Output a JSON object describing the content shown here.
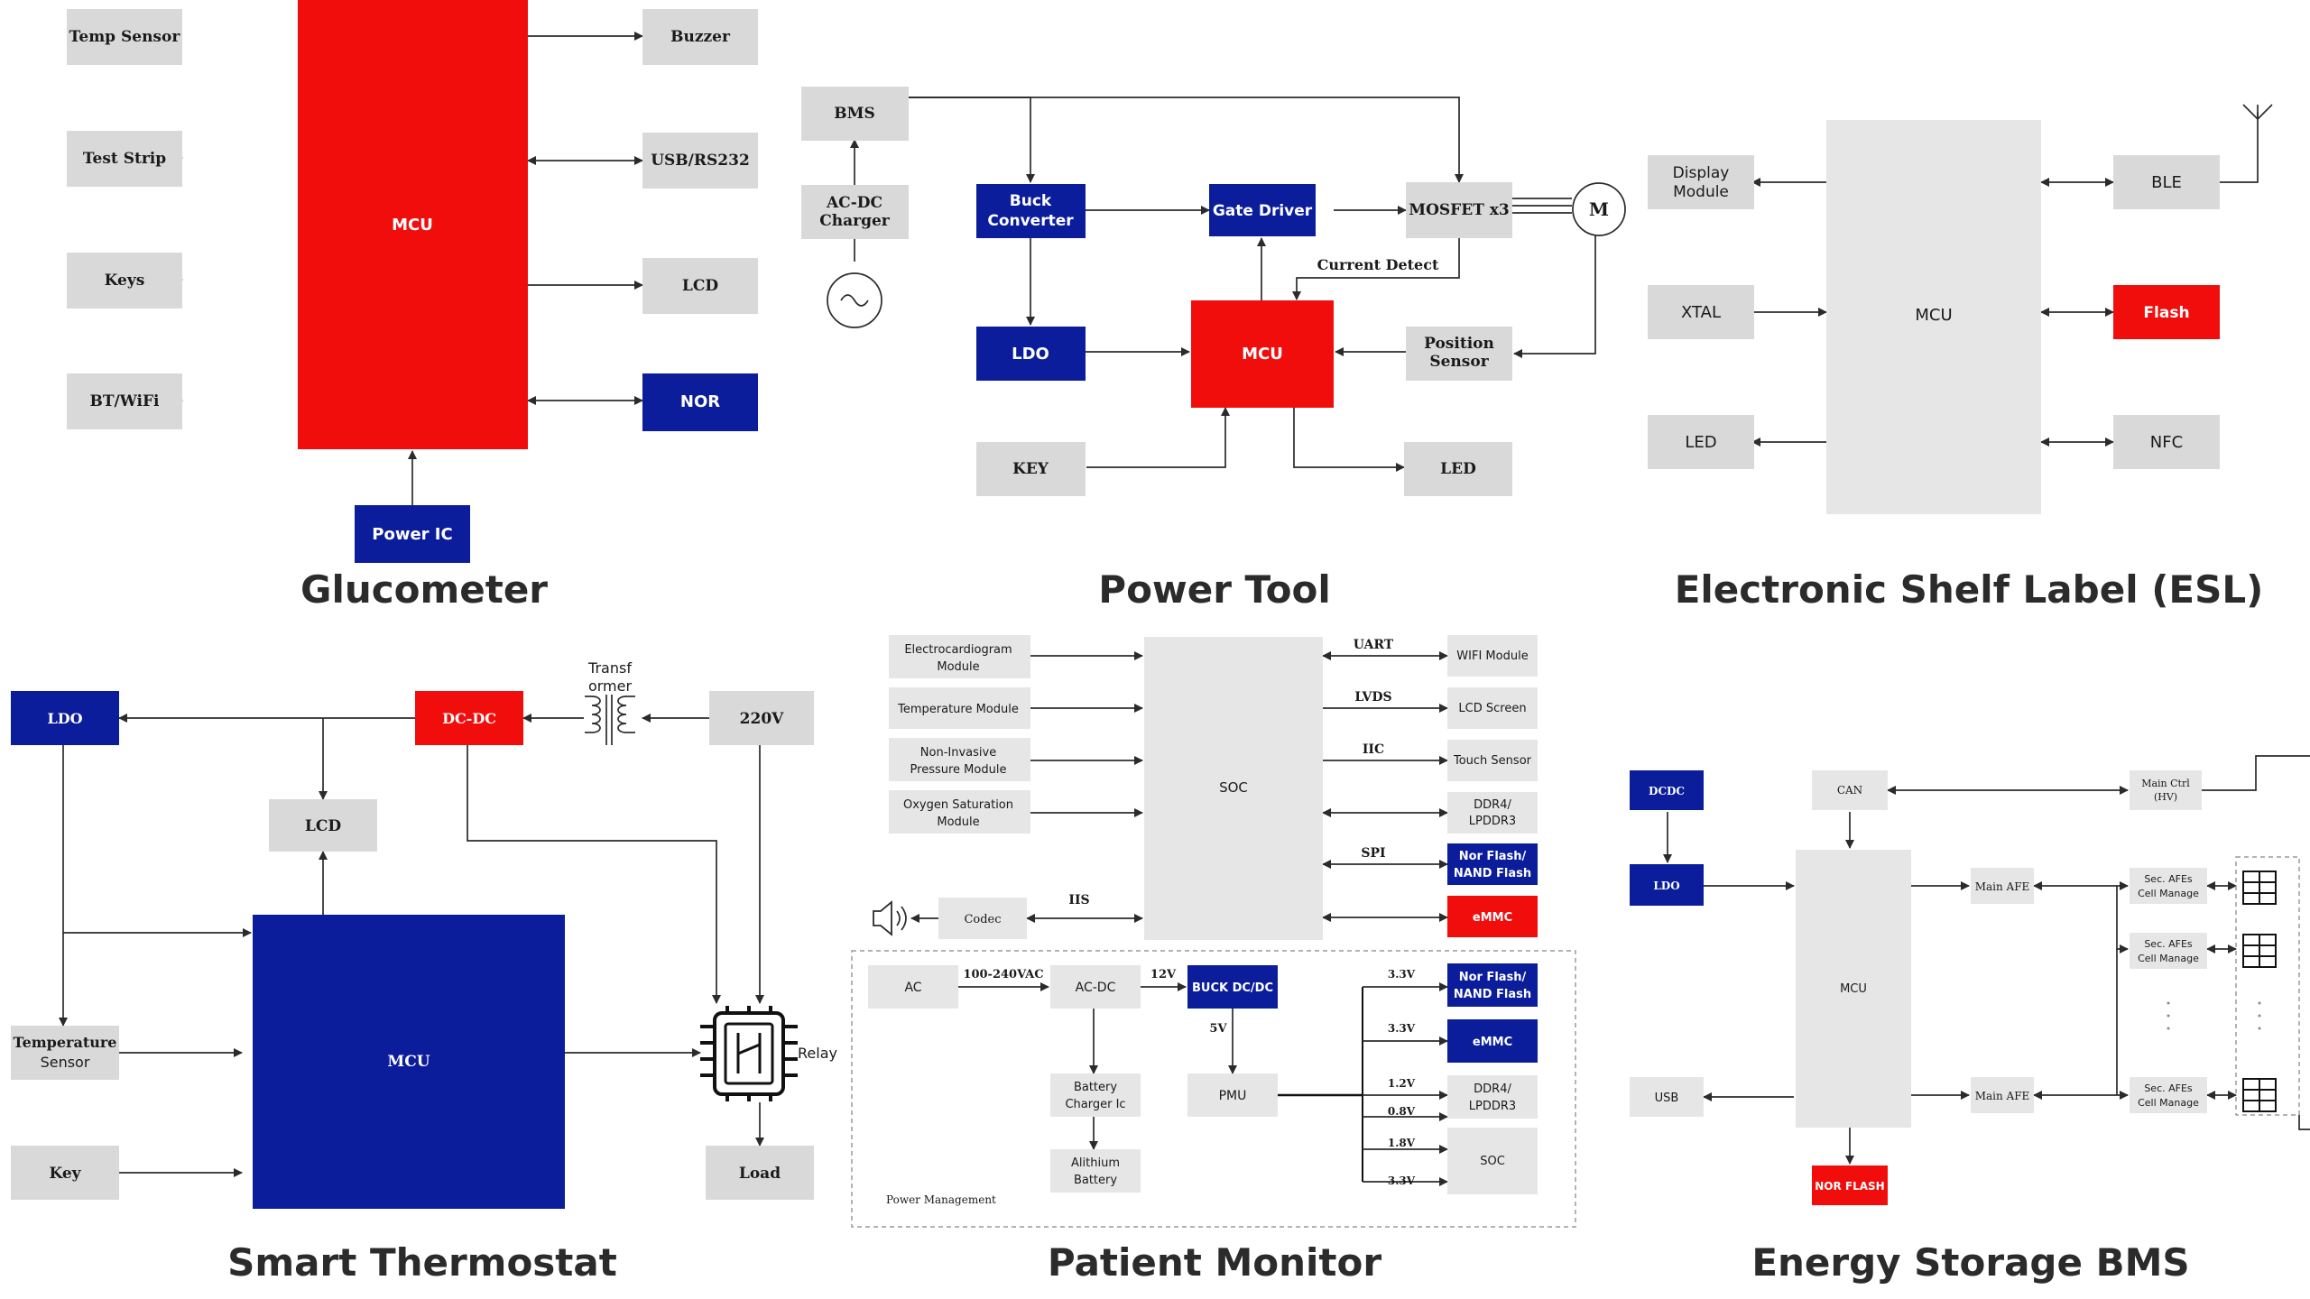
{
  "titles": {
    "glucometer": "Glucometer",
    "power_tool": "Power Tool",
    "esl": "Electronic Shelf Label (ESL)",
    "thermostat": "Smart Thermostat",
    "patient_monitor": "Patient Monitor",
    "bms": "Energy Storage BMS"
  },
  "colors": {
    "red": "#f20d0d",
    "blue": "#0b1d9a",
    "gray": "#d9d9d9"
  },
  "glucometer": {
    "mcu": "MCU",
    "temp_sensor": "Temp Sensor",
    "test_strip": "Test Strip",
    "keys": "Keys",
    "bt_wifi": "BT/WiFi",
    "buzzer": "Buzzer",
    "usb_rs232": "USB/RS232",
    "lcd": "LCD",
    "nor": "NOR",
    "power_ic": "Power IC"
  },
  "power_tool": {
    "bms": "BMS",
    "acdc_1": "AC-DC",
    "acdc_2": "Charger",
    "buck_1": "Buck",
    "buck_2": "Converter",
    "gate_driver": "Gate Driver",
    "mosfet": "MOSFET x3",
    "motor": "M",
    "current_detect": "Current Detect",
    "ldo": "LDO",
    "mcu": "MCU",
    "position_1": "Position",
    "position_2": "Sensor",
    "key": "KEY",
    "led": "LED"
  },
  "esl": {
    "display_1": "Display",
    "display_2": "Module",
    "xtal": "XTAL",
    "led": "LED",
    "mcu": "MCU",
    "ble": "BLE",
    "flash": "Flash",
    "nfc": "NFC"
  },
  "thermostat": {
    "ldo": "LDO",
    "dcdc": "DC-DC",
    "transformer_1": "Transf",
    "transformer_2": "ormer",
    "v220": "220V",
    "lcd": "LCD",
    "temp_1": "Temperature",
    "temp_2": "Sensor",
    "key": "Key",
    "mcu": "MCU",
    "relay": "Relay",
    "load": "Load"
  },
  "patient_monitor": {
    "ecg_1": "Electrocardiogram",
    "ecg_2": "Module",
    "temp_module": "Temperature Module",
    "nibp_1": "Non-Invasive",
    "nibp_2": "Pressure Module",
    "spo2_1": "Oxygen Saturation",
    "spo2_2": "Module",
    "soc": "SOC",
    "uart": "UART",
    "lvds": "LVDS",
    "iic": "IIC",
    "spi": "SPI",
    "iis": "IIS",
    "wifi": "WIFI Module",
    "lcd": "LCD Screen",
    "touch": "Touch Sensor",
    "ddr_1": "DDR4/",
    "ddr_2": "LPDDR3",
    "nor_1": "Nor Flash/",
    "nor_2": "NAND Flash",
    "emmc": "eMMC",
    "codec": "Codec",
    "ac": "AC",
    "v100_240": "100-240VAC",
    "acdc": "AC-DC",
    "v12": "12V",
    "buck": "BUCK DC/DC",
    "v5": "5V",
    "pmu": "PMU",
    "battery_charger_1": "Battery",
    "battery_charger_2": "Charger Ic",
    "battery_1": "Alithium",
    "battery_2": "Battery",
    "v33a": "3.3V",
    "v33b": "3.3V",
    "v12b": "1.2V",
    "v08": "0.8V",
    "v18": "1.8V",
    "v33c": "3.3V",
    "pm_nor_1": "Nor Flash/",
    "pm_nor_2": "NAND Flash",
    "pm_emmc": "eMMC",
    "pm_ddr_1": "DDR4/",
    "pm_ddr_2": "LPDDR3",
    "pm_soc": "SOC",
    "power_management": "Power Management"
  },
  "bms": {
    "dcdc": "DCDC",
    "ldo": "LDO",
    "can": "CAN",
    "mcu": "MCU",
    "usb": "USB",
    "nor_flash": "NOR FLASH",
    "main_afe_1": "Main AFE",
    "main_afe_2": "Main AFE",
    "main_ctrl_1": "Main Ctrl",
    "main_ctrl_2": "(HV)",
    "sec_afe_a1": "Sec. AFEs",
    "sec_afe_a2": "Cell Manage",
    "sec_afe_b1": "Sec. AFEs",
    "sec_afe_b2": "Cell Manage",
    "sec_afe_c1": "Sec. AFEs",
    "sec_afe_c2": "Cell Manage"
  }
}
